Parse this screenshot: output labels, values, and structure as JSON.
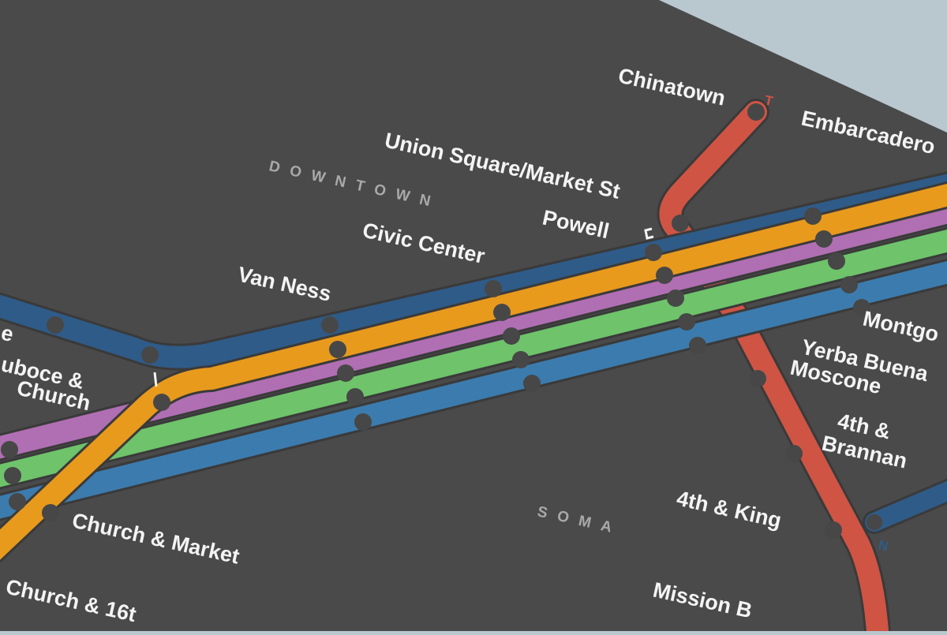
{
  "map": {
    "colors": {
      "background": "#4a4a4a",
      "edge": "#b9c7cf",
      "casing": "#3a3a3a",
      "label": "#f4f4f4",
      "district": "#a9a9a9",
      "station_dot": "#474747"
    },
    "districts": {
      "downtown": "DOWNTOWN",
      "soma": "SOMA"
    },
    "lines": [
      {
        "id": "N",
        "color": "#2f5b88"
      },
      {
        "id": "K",
        "color": "#3c7bad"
      },
      {
        "id": "L",
        "color": "#b06fb2"
      },
      {
        "id": "M",
        "color": "#6ec36b"
      },
      {
        "id": "J",
        "color": "#e89a1d"
      },
      {
        "id": "T",
        "color": "#cf5444"
      }
    ],
    "terminus_markers": {
      "t": "T",
      "n": "N"
    },
    "stations": {
      "chinatown": "Chinatown",
      "embarcadero": "Embarcadero",
      "union_square": "Union Square/Market St",
      "powell": "Powell",
      "civic_center": "Civic Center",
      "van_ness": "Van Ness",
      "edge_e": "e",
      "duboce_line1": "uboce &",
      "duboce_line2": "Church",
      "montgomery": "Montgo",
      "yerba_line1": "Yerba Buena",
      "yerba_line2": "Moscone",
      "fourth_brannan_line1": "4th &",
      "fourth_brannan_line2": "Brannan",
      "fourth_king": "4th & King",
      "church_market": "Church & Market",
      "church_16th": "Church & 16t",
      "mission_bay": "Mission B"
    }
  }
}
